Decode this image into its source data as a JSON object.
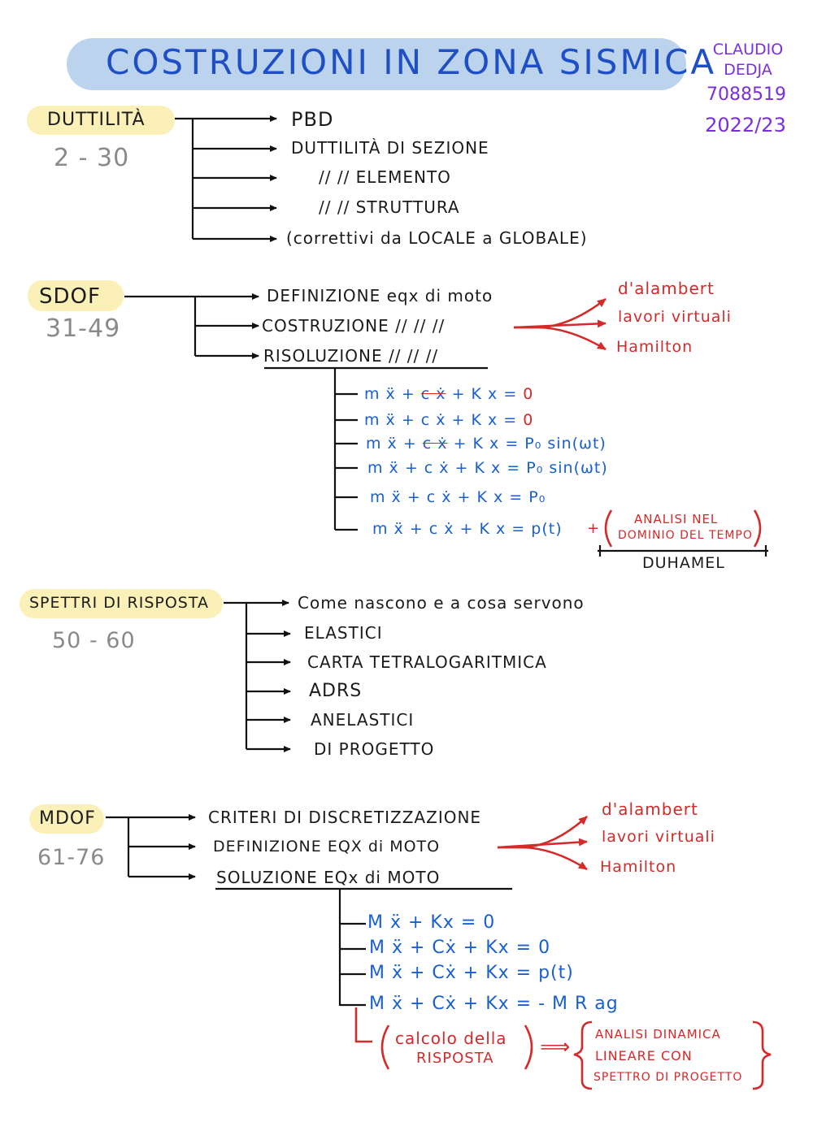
{
  "title": "COSTRUZIONI IN ZONA SISMICA",
  "author": {
    "first": "CLAUDIO",
    "last": "DEDJA",
    "id": "7088519",
    "year": "2022/23"
  },
  "duttilita": {
    "heading": "DUTTILITÀ",
    "pages": "2 - 30",
    "items": [
      "PBD",
      "DUTTILITÀ DI SEZIONE",
      "//    //  ELEMENTO",
      "//    //  STRUTTURA",
      "(correttivi da LOCALE a GLOBALE)"
    ]
  },
  "sdof": {
    "heading": "SDOF",
    "pages": "31-49",
    "items": [
      "DEFINIZIONE eqx di moto",
      "COSTRUZIONE  //  //  //",
      "RISOLUZIONE  //  //  //"
    ],
    "methods": [
      "d'alambert",
      "lavori virtuali",
      "Hamilton"
    ],
    "equations": [
      {
        "lhs": "m ẍ + ",
        "struck": "c ẋ",
        "rest": " + K x = ",
        "rhs": "0"
      },
      {
        "lhs": "m ẍ + c ẋ + K x = ",
        "struck": "",
        "rest": "",
        "rhs": "0"
      },
      {
        "lhs": "m ẍ + ",
        "struck": "c ẋ",
        "rest": " + K x = ",
        "rhs": "P₀ sin(ωt)"
      },
      {
        "lhs": "m ẍ + c ẋ + K x = ",
        "struck": "",
        "rest": "",
        "rhs": "P₀ sin(ωt)"
      },
      {
        "lhs": "m ẍ + c ẋ + K x = ",
        "struck": "",
        "rest": "",
        "rhs": "P₀"
      },
      {
        "lhs": "m ẍ + c ẋ + K x = ",
        "struck": "",
        "rest": "",
        "rhs": "p(t)"
      }
    ],
    "note_plus": "+",
    "note_line1": "ANALISI NEL",
    "note_line2": "DOMINIO DEL TEMPO",
    "note_under": "DUHAMEL"
  },
  "spettri": {
    "heading": "SPETTRI DI RISPOSTA",
    "pages": "50 - 60",
    "items": [
      "Come nascono e a cosa servono",
      "ELASTICI",
      "CARTA TETRALOGARITMICA",
      "ADRS",
      "ANELASTICI",
      "DI PROGETTO"
    ]
  },
  "mdof": {
    "heading": "MDOF",
    "pages": "61-76",
    "items": [
      "CRITERI DI DISCRETIZZAZIONE",
      "DEFINIZIONE EQX di MOTO",
      "SOLUZIONE EQx di MOTO"
    ],
    "methods": [
      "d'alambert",
      "lavori virtuali",
      "Hamilton"
    ],
    "equations": [
      "M ẍ + Kx = 0",
      "M ẍ + Cẋ + Kx = 0",
      "M ẍ + Cẋ + Kx = p(t)",
      "M ẍ + Cẋ + Kx = - M R ag"
    ],
    "calc_line1": "calcolo della",
    "calc_line2": "RISPOSTA",
    "arrow": "⟹",
    "analysis_line1": "ANALISI DINAMICA",
    "analysis_line2": "LINEARE CON",
    "analysis_line3": "SPETTRO DI PROGETTO"
  }
}
